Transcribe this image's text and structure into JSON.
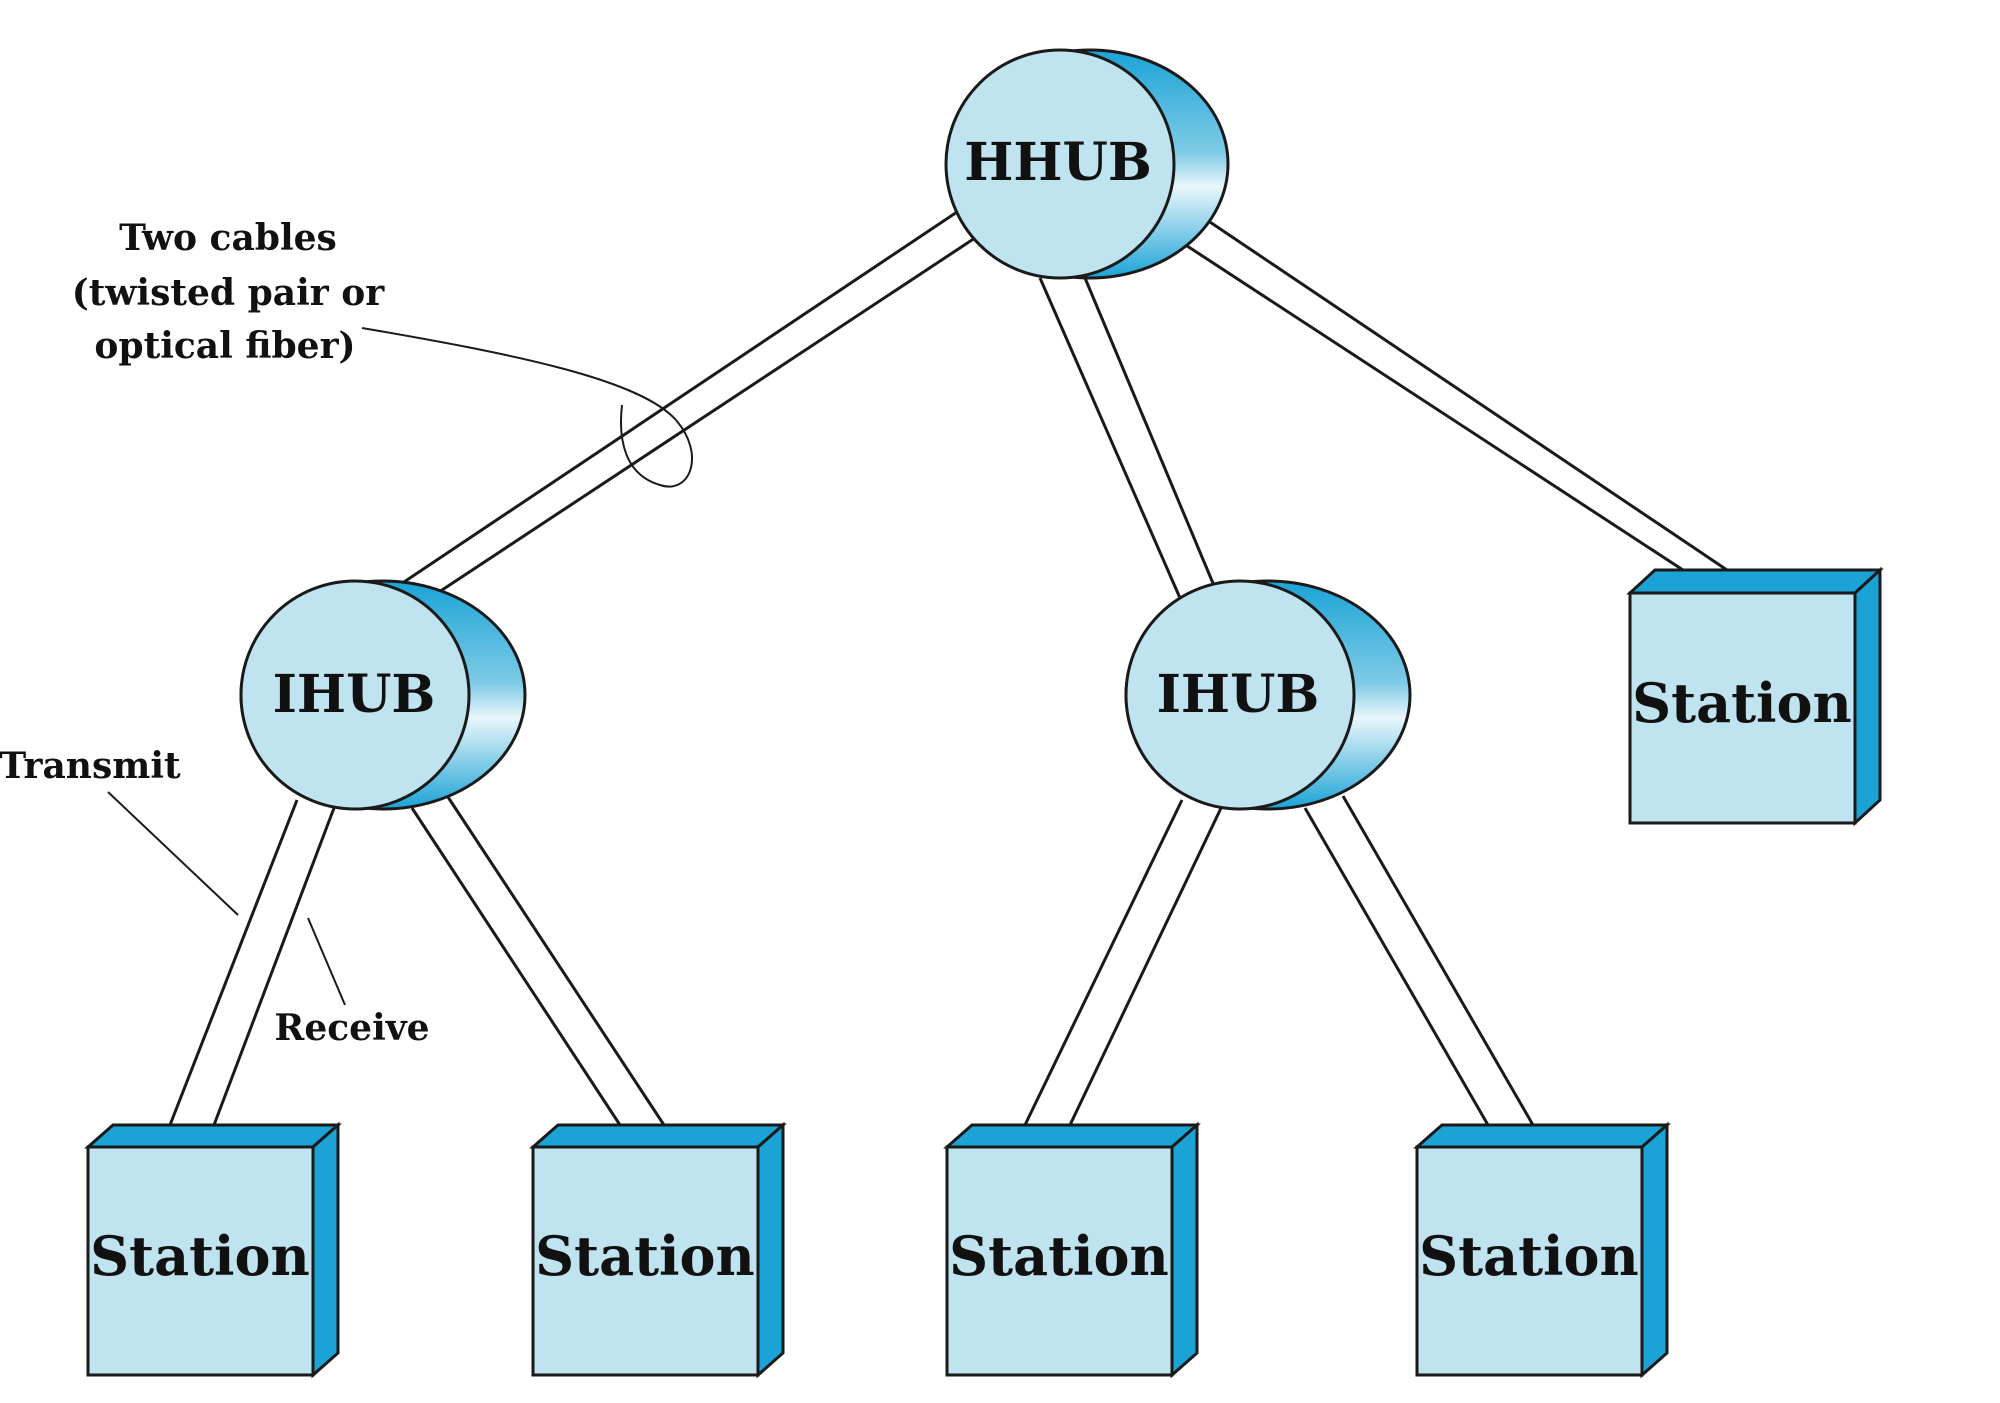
{
  "annotations": {
    "cables_line1": "Two cables",
    "cables_line2": "(twisted pair or",
    "cables_line3": "optical fiber)",
    "transmit": "Transmit",
    "receive": "Receive"
  },
  "nodes": {
    "hhub": "HHUB",
    "ihub_left": "IHUB",
    "ihub_right": "IHUB",
    "station_top_right": "Station",
    "station_1": "Station",
    "station_2": "Station",
    "station_3": "Station",
    "station_4": "Station"
  },
  "colors": {
    "face": "#bfe3ef",
    "side": "#1ba3d6",
    "stroke": "#1a1a1a"
  }
}
